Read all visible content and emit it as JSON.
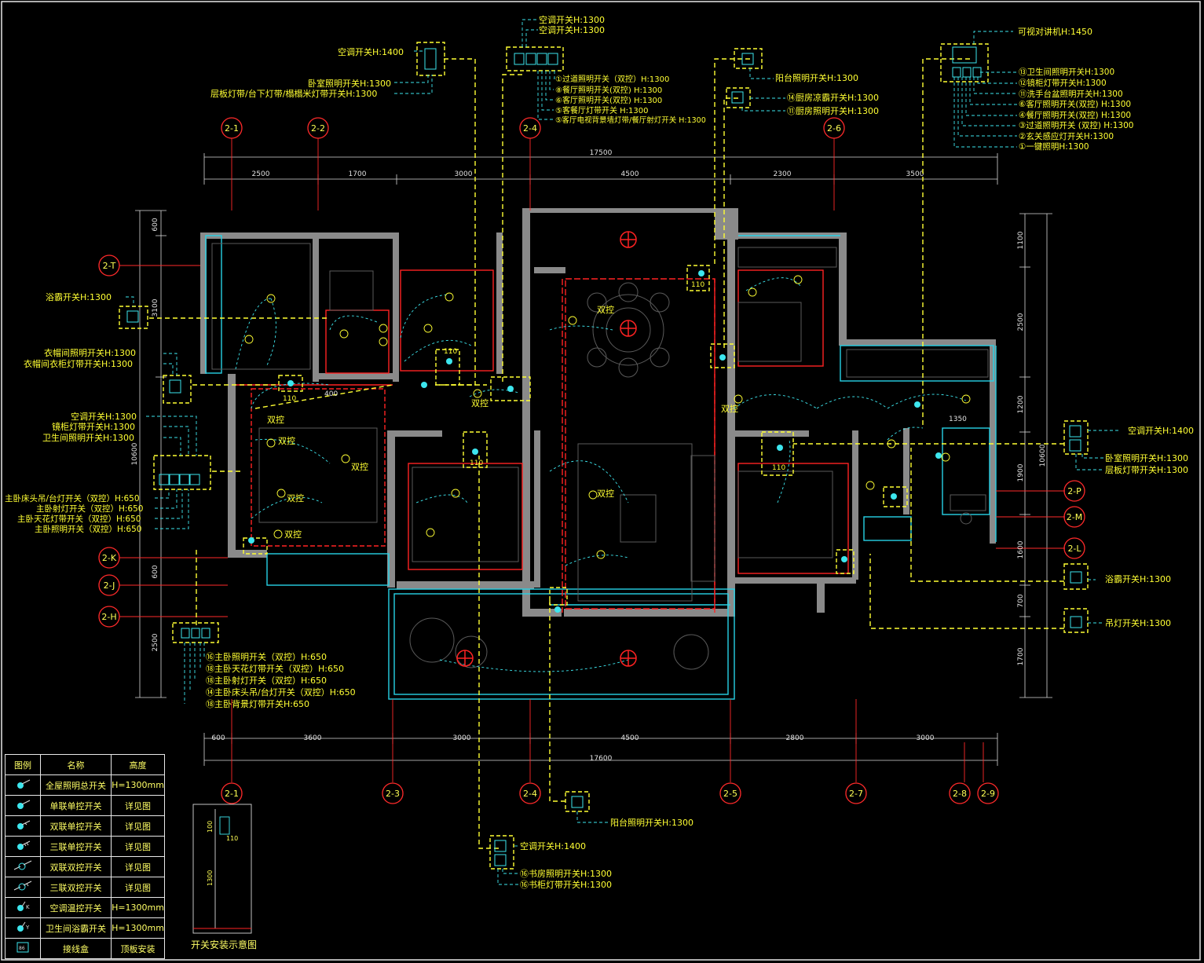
{
  "colors": {
    "bg": "#000000",
    "wall": "#8a8a8a",
    "glass": "#27d2e6",
    "annot": "#ffff33",
    "callout": "#3de6ee",
    "grid": "#ff2a2a",
    "dim": "#d8d8d8",
    "red": "#ff2222",
    "green": "#22dd44"
  },
  "top_labels": {
    "ac_ls1": "空调开关H:1400",
    "bedroom_light": "卧室照明开关H:1300",
    "shelf_strip": "层板灯带/台下灯带/榻榻米灯带开关H:1300",
    "ac_top1": "空调开关H:1300",
    "ac_top2": "空调开关H:1300",
    "corr1": "①过道照明开关（双控）H:1300",
    "dining1": "⑧餐厅照明开关(双控) H:1300",
    "living1": "⑥客厅照明开关(双控) H:1300",
    "dinespot": "⑤客餐厅灯带开关 H:1300",
    "tvwall": "⑤客厅电视背景墙灯带/餐厅射灯开关 H:1300",
    "balcony_top": "阳台照明开关H:1300",
    "kitchen_cool": "⑭厨房凉霸开关H:1300",
    "kitchen_light": "⑪厨房照明开关H:1300",
    "intercom": "可视对讲机H:1450",
    "r1": "⑬卫生间照明开关H:1300",
    "r2": "⑫镜柜灯带开关H:1300",
    "r3": "⑪洗手台盆照明开关H:1300",
    "r4": "⑥客厅照明开关(双控) H:1300",
    "r5": "④餐厅照明开关(双控) H:1300",
    "r6": "③过道照明开关 (双控) H:1300",
    "r7": "②玄关感应灯开关H:1300",
    "r8": "①一键照明H:1300"
  },
  "left_labels": {
    "bath_heater": "浴霸开关H:1300",
    "closet_light": "衣帽间照明开关H:1300",
    "closet_cab": "衣帽间衣柜灯带开关H:1300",
    "ac": "空调开关H:1300",
    "mirror": "镜柜灯带开关H:1300",
    "bath_light": "卫生间照明开关H:1300",
    "m1": "主卧床头吊/台灯开关（双控）H:650",
    "m2": "主卧射灯开关（双控）H:650",
    "m3": "主卧天花灯带开关（双控）H:650",
    "m4": "主卧照明开关（双控）H:650"
  },
  "bottom_left_labels": {
    "b1": "⑯主卧照明开关（双控）H:650",
    "b2": "⑱主卧天花灯带开关（双控）H:650",
    "b3": "⑱主卧射灯开关（双控）H:650",
    "b4": "⑭主卧床头吊/台灯开关（双控）H:650",
    "b5": "⑱主卧背景灯带开关H:650"
  },
  "bottom_labels": {
    "balcony": "阳台照明开关H:1300",
    "ac": "空调开关H:1400",
    "study": "⑯书房照明开关H:1300",
    "bookcase": "⑯书柜灯带开关H:1300"
  },
  "right_labels": {
    "ac": "空调开关H:1400",
    "bedroom": "卧室照明开关H:1300",
    "shelf": "层板灯带开关H:1300",
    "bath_heater": "浴霸开关H:1300",
    "pendant": "吊灯开关H:1300"
  },
  "room_tags": {
    "dual": "双控",
    "n110": "110",
    "n400": "400",
    "n1350": "1350"
  },
  "grid_top": [
    "2-1",
    "2-2",
    "2-4",
    "2-6"
  ],
  "grid_bottom": [
    "2-1",
    "2-3",
    "2-4",
    "2-5",
    "2-7",
    "2-8",
    "2-9"
  ],
  "grid_left": [
    "2-T",
    "2-K",
    "2-J",
    "2-H"
  ],
  "grid_right": [
    "2-P",
    "2-M",
    "2-L"
  ],
  "dims_top": [
    "2500",
    "1700",
    "3000",
    "4500",
    "2300",
    "3500"
  ],
  "dims_top_total": "17500",
  "dims_bottom": [
    "600",
    "3600",
    "3000",
    "4500",
    "2800",
    "3000"
  ],
  "dims_bottom_total": "17600",
  "dims_left": [
    "600",
    "3100",
    "10600",
    "600",
    "2500"
  ],
  "dims_right": [
    "1100",
    "2500",
    "1200",
    "10600",
    "1900",
    "1600",
    "700",
    "1700"
  ],
  "legend": {
    "headers": [
      "图例",
      "名称",
      "高度"
    ],
    "rows": [
      {
        "name": "全屋照明总开关",
        "height": "H=1300mm"
      },
      {
        "name": "单联单控开关",
        "height": "详见图"
      },
      {
        "name": "双联单控开关",
        "height": "详见图"
      },
      {
        "name": "三联单控开关",
        "height": "详见图"
      },
      {
        "name": "双联双控开关",
        "height": "详见图"
      },
      {
        "name": "三联双控开关",
        "height": "详见图"
      },
      {
        "name": "空调温控开关",
        "height": "H=1300mm"
      },
      {
        "name": "卫生间浴霸开关",
        "height": "H=1300mm"
      },
      {
        "name": "接线盒",
        "height": "顶板安装",
        "symbol": "86"
      }
    ]
  },
  "switch_diagram": {
    "caption": "开关安装示意图",
    "h1": "1300",
    "h2": "110",
    "h3": "100"
  }
}
